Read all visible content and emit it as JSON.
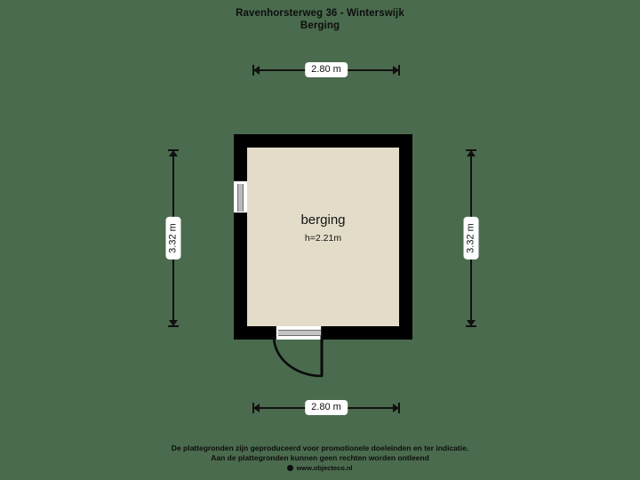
{
  "document": {
    "type": "floor-plan",
    "background_color": "#4a6b4d"
  },
  "title": {
    "line1": "Ravenhorsterweg 36 - Winterswijk",
    "line2": "Berging"
  },
  "plan": {
    "wall_color": "#000000",
    "floor_color": "#e2dcc8",
    "room": {
      "name": "berging",
      "height_label": "h=2.21m"
    },
    "openings": [
      {
        "id": "window-left",
        "kind": "window",
        "wall": "left"
      },
      {
        "id": "door-bottom",
        "kind": "door",
        "wall": "bottom",
        "swing": "outward-left"
      }
    ]
  },
  "dimensions": {
    "top": {
      "value": "2.80 m",
      "orientation": "horizontal"
    },
    "bottom": {
      "value": "2.80 m",
      "orientation": "horizontal"
    },
    "left": {
      "value": "3.32 m",
      "orientation": "vertical"
    },
    "right": {
      "value": "3.32 m",
      "orientation": "vertical"
    }
  },
  "footer": {
    "line1": "De plattegronden zijn geproduceerd voor promotionele doeleinden en ter indicatie.",
    "line2": "Aan de plattegronden kunnen geen rechten worden ontleend",
    "website": "www.objecteco.nl",
    "globe_icon": "globe-icon"
  }
}
